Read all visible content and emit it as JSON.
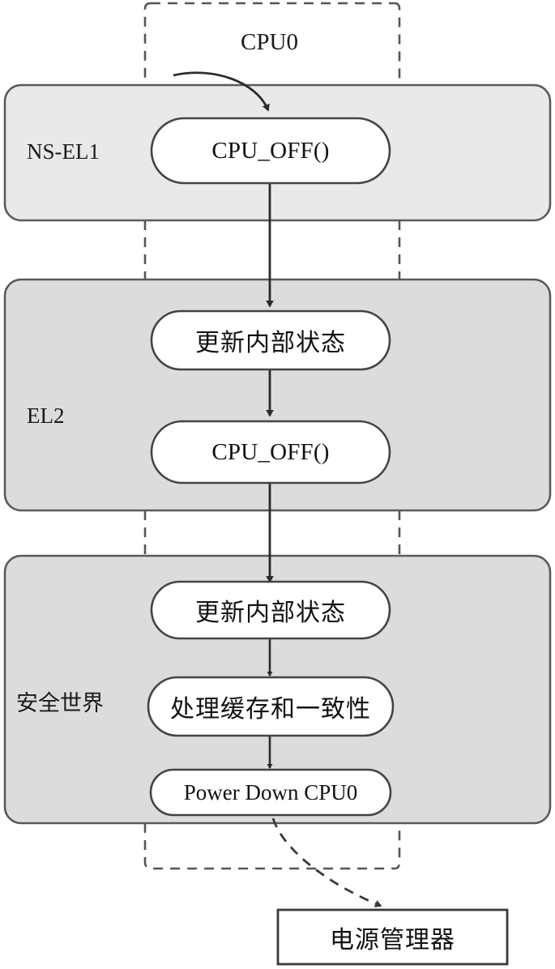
{
  "diagram": {
    "title": "CPU0",
    "colors": {
      "panel_light_fill": "#e9e9e9",
      "panel_dark_fill": "#dcdcdc",
      "panel_stroke": "#5a5a5a",
      "pill_fill": "#ffffff",
      "pill_stroke": "#444444",
      "arrow_stroke": "#2b2b2b",
      "dashed_stroke": "#555555",
      "text": "#111111",
      "box_fill": "#ffffff",
      "box_stroke": "#3a3a3a"
    },
    "cpu_group": {
      "label": "CPU0"
    },
    "zones": [
      {
        "id": "ns-el1",
        "label": "NS-EL1",
        "nodes": [
          {
            "id": "ns-cpu-off",
            "label": "CPU_OFF()",
            "script": "latin"
          }
        ]
      },
      {
        "id": "el2",
        "label": "EL2",
        "nodes": [
          {
            "id": "el2-update-state",
            "label": "更新内部状态",
            "script": "cjk"
          },
          {
            "id": "el2-cpu-off",
            "label": "CPU_OFF()",
            "script": "latin"
          }
        ]
      },
      {
        "id": "secure-world",
        "label": "安全世界",
        "nodes": [
          {
            "id": "sw-update-state",
            "label": "更新内部状态",
            "script": "cjk"
          },
          {
            "id": "sw-cache-coherency",
            "label": "处理缓存和一致性",
            "script": "cjk"
          },
          {
            "id": "sw-power-down",
            "label": "Power Down CPU0",
            "script": "latin"
          }
        ]
      }
    ],
    "external": {
      "power_manager": {
        "id": "power-manager",
        "label": "电源管理器"
      }
    },
    "edges": [
      {
        "from": "entry",
        "to": "ns-cpu-off",
        "style": "curved-solid"
      },
      {
        "from": "ns-cpu-off",
        "to": "el2-update-state",
        "style": "solid"
      },
      {
        "from": "el2-update-state",
        "to": "el2-cpu-off",
        "style": "solid"
      },
      {
        "from": "el2-cpu-off",
        "to": "sw-update-state",
        "style": "solid"
      },
      {
        "from": "sw-update-state",
        "to": "sw-cache-coherency",
        "style": "solid"
      },
      {
        "from": "sw-cache-coherency",
        "to": "sw-power-down",
        "style": "solid"
      },
      {
        "from": "sw-power-down",
        "to": "power-manager",
        "style": "dashed"
      }
    ]
  }
}
